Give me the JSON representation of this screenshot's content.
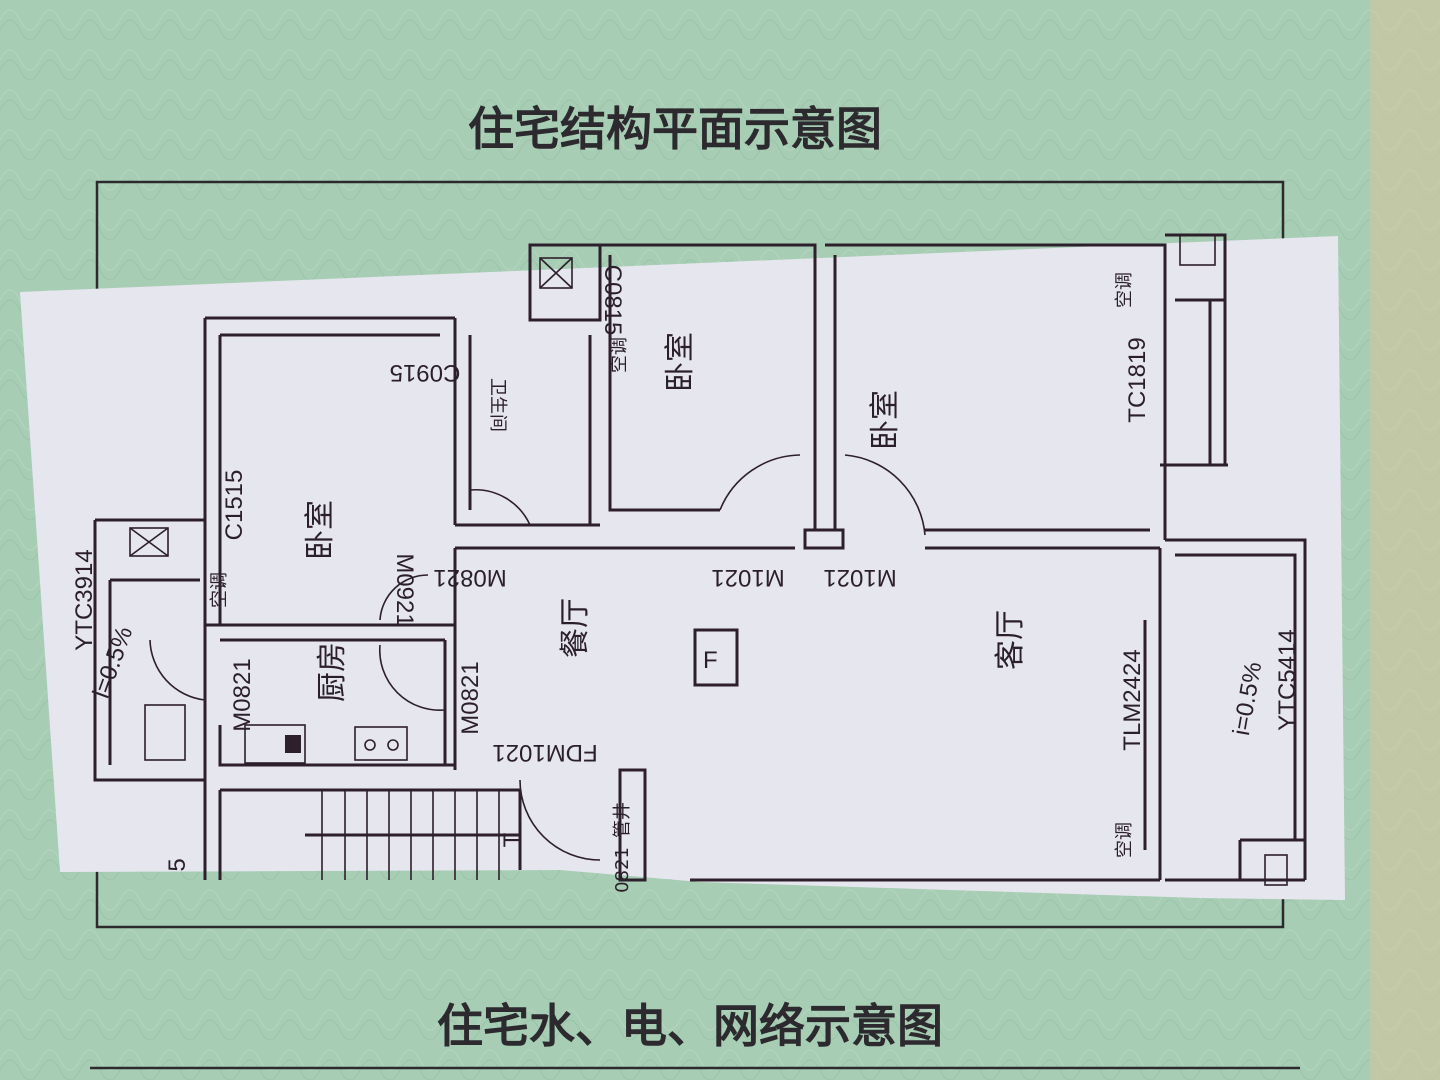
{
  "titles": {
    "top": "住宅结构平面示意图",
    "bottom": "住宅水、电、网络示意图"
  },
  "rooms": {
    "bedroom_left": "卧室",
    "bedroom_middle": "卧室",
    "bedroom_right": "卧室",
    "bathroom": "卫生间",
    "dining": "餐厅",
    "living": "客厅",
    "kitchen": "厨房",
    "pipe_shaft": "管井"
  },
  "codes": {
    "c0915": "C0915",
    "c0815": "C0815",
    "tc1819": "TC1819",
    "c1515": "C1515",
    "ytc3914": "YTC3914",
    "slope_left": "i=0.5%",
    "m0821_bedroom": "M0821",
    "m0921": "M0921",
    "m1021_a": "M1021",
    "m1021_b": "M1021",
    "m0821_kitchen_left": "M0821",
    "m0821_kitchen_right": "M0821",
    "fdm1021": "FDM1021",
    "tlm2424": "TLM2424",
    "ytc5414": "YTC5414",
    "slope_right": "i=0.5%",
    "shaft_code": "0821",
    "edge_number": "5",
    "stair_mark": "T"
  },
  "ac_marks": [
    "空调",
    "空调",
    "空调",
    "空调"
  ],
  "colors": {
    "background": "#9fc6ad",
    "paper": "#e6e6ee",
    "ink": "#2d1f2b"
  }
}
